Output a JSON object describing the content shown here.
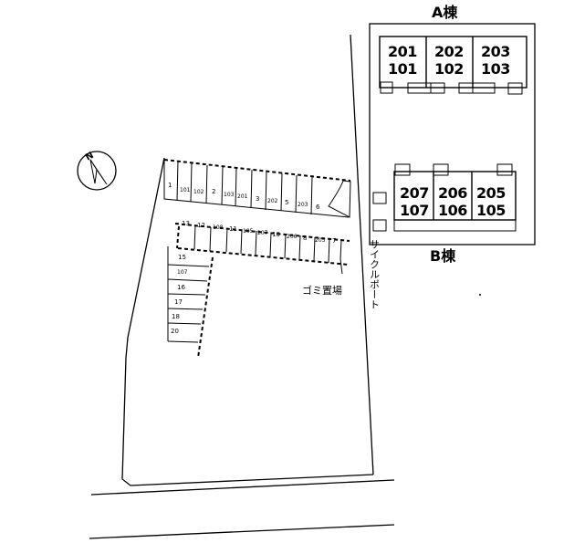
{
  "buildings": {
    "a": {
      "name": "A棟",
      "units": [
        {
          "upper": "201",
          "lower": "101"
        },
        {
          "upper": "202",
          "lower": "102"
        },
        {
          "upper": "203",
          "lower": "103"
        }
      ]
    },
    "b": {
      "name": "B棟",
      "units": [
        {
          "upper": "207",
          "lower": "107"
        },
        {
          "upper": "206",
          "lower": "106"
        },
        {
          "upper": "205",
          "lower": "105"
        }
      ]
    }
  },
  "parking": {
    "top_row": [
      "1",
      "101",
      "102",
      "2",
      "103",
      "201",
      "3",
      "202",
      "5",
      "203",
      "6"
    ],
    "middle_row": [
      "13",
      "12",
      "108",
      "11",
      "105",
      "207",
      "10",
      "206",
      "8",
      "205",
      "7"
    ],
    "left_column": [
      "15",
      "107",
      "16",
      "17",
      "18",
      "20"
    ]
  },
  "labels": {
    "garbage": "ゴミ置場",
    "bicycle": "サイクルポート",
    "north": "N"
  }
}
